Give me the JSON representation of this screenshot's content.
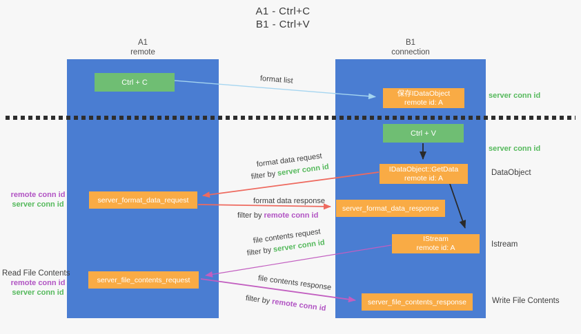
{
  "title": {
    "line1": "A1 - Ctrl+C",
    "line2": "B1 - Ctrl+V"
  },
  "lanes": [
    {
      "title": "A1",
      "subtitle": "remote"
    },
    {
      "title": "B1",
      "subtitle": "connection"
    }
  ],
  "nodes": {
    "ctrl_c": {
      "label": "Ctrl + C"
    },
    "ctrl_v": {
      "label": "Ctrl + V"
    },
    "save_idataobject": {
      "line1": "保存IDataObject",
      "line2": "remote id: A"
    },
    "getdata": {
      "line1": "IDataObject::GetData",
      "line2": "remote id: A"
    },
    "istream": {
      "line1": "IStream",
      "line2": "remote id: A"
    },
    "format_request": {
      "label": "server_format_data_request"
    },
    "format_response": {
      "label": "server_format_data_response"
    },
    "file_request": {
      "label": "server_file_contents_request"
    },
    "file_response": {
      "label": "server_file_contents_response"
    }
  },
  "edge_labels": {
    "format_list": "format list",
    "format_data_request": "format data request",
    "format_data_response": "format data response",
    "file_contents_request": "file contents request",
    "file_contents_response": "file contents response",
    "filter_by": "filter by",
    "server_conn_id": "server conn id",
    "remote_conn_id": "remote conn id"
  },
  "side_labels": {
    "server_conn_id_top": "server conn id",
    "server_conn_id_mid": "server conn id",
    "dataobject": "DataObject",
    "istream": "Istream",
    "write_file_contents": "Write File Contents",
    "read_file_contents": "Read File Contents",
    "remote_conn_id_pair1": "remote conn id",
    "server_conn_id_pair1": "server conn id",
    "remote_conn_id_pair2": "remote conn id",
    "server_conn_id_pair2": "server conn id"
  },
  "colors": {
    "lane_blue": "#4a7dd2",
    "box_green": "#6fbe73",
    "box_orange": "#f9ab45",
    "text_green": "#55b95c",
    "text_purple": "#b153c3",
    "arrow_red": "#ee6a5f",
    "arrow_blue": "#a5d5f0",
    "arrow_purple": "#c25ec0",
    "arrow_black": "#2a2a2a",
    "divider_black": "#2e2e2e"
  }
}
